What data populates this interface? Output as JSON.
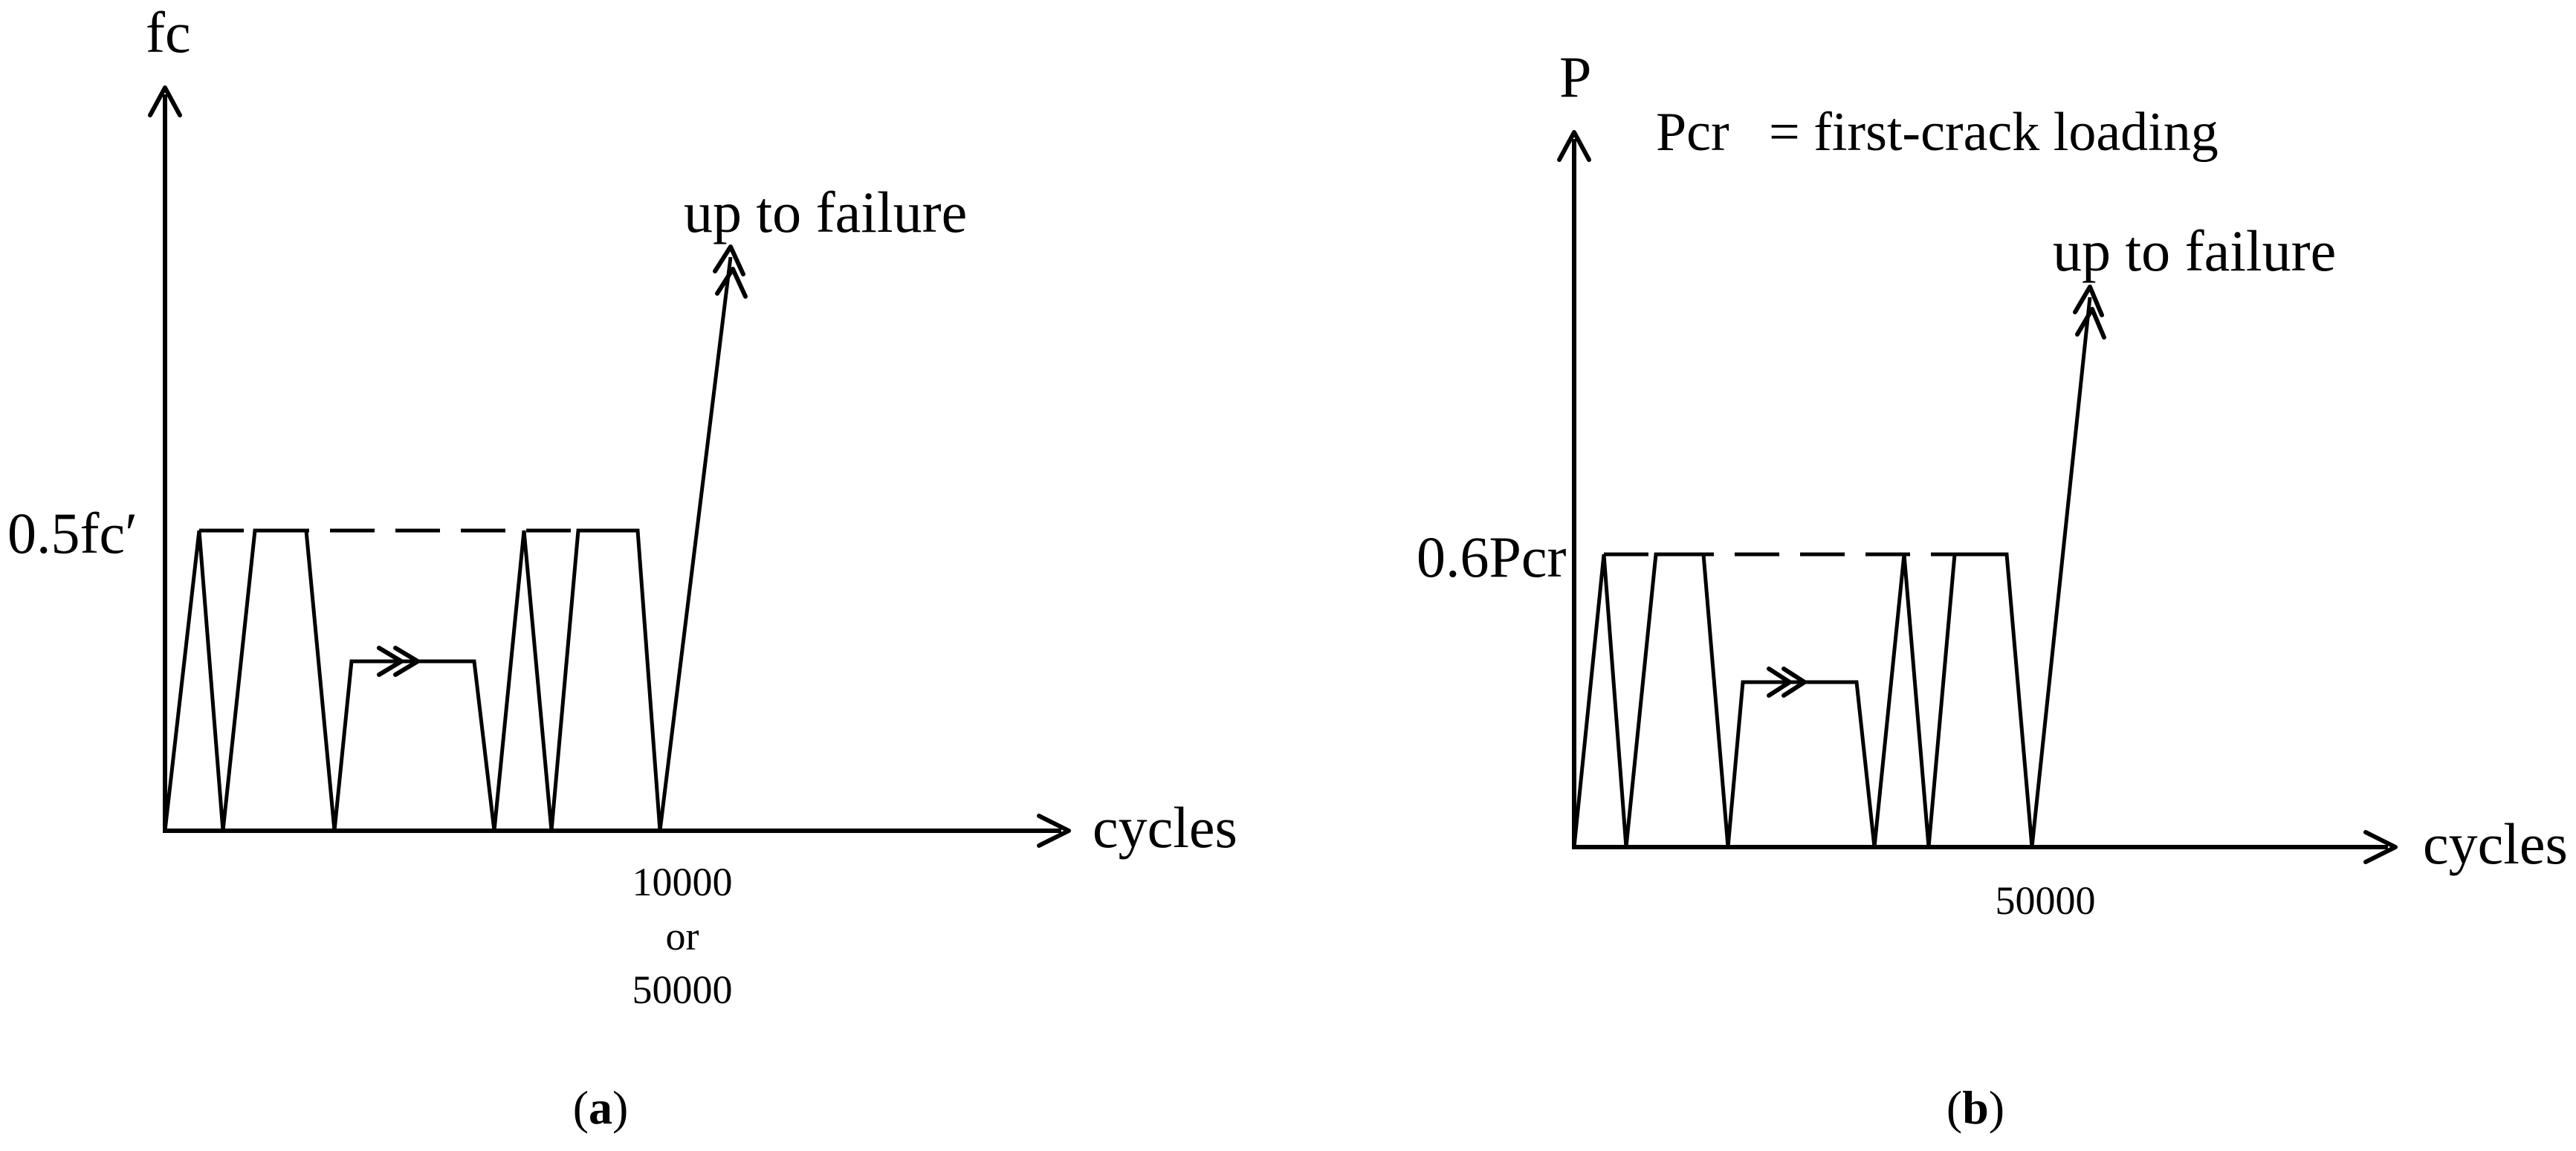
{
  "panel_a": {
    "y_axis_label": "fc",
    "x_axis_label": "cycles",
    "level_label": "0.5fc′",
    "end_label_line1": "10000",
    "end_label_line2": "or",
    "end_label_line3": "50000",
    "arrow_label": "up to failure",
    "caption_open": "(",
    "caption_letter": "a",
    "caption_close": ")"
  },
  "panel_b": {
    "y_axis_label": "P",
    "x_axis_label": "cycles",
    "level_label": "0.6Pcr",
    "end_label": "50000",
    "arrow_label": "up to failure",
    "definition_symbol": "Pcr",
    "definition_text": "= first-crack loading",
    "caption_open": "(",
    "caption_letter": "b",
    "caption_close": ")"
  }
}
